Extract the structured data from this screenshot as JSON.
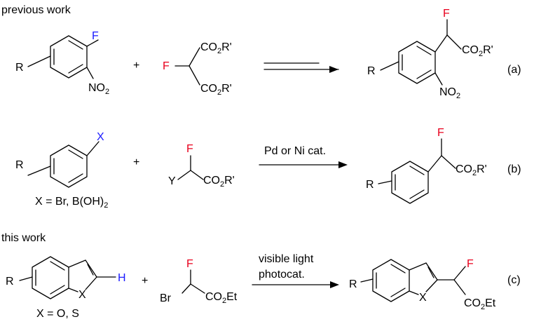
{
  "colors": {
    "ink": "#000000",
    "fluorine": "#e8001c",
    "heteroatom": "#1a1aff"
  },
  "sections": {
    "previous_title": "previous work",
    "this_title": "this work"
  },
  "scheme_a": {
    "reactant1": {
      "r": "R",
      "f": "F",
      "no2_main": "NO",
      "no2_sub": "2"
    },
    "plus": "+",
    "reactant2": {
      "f": "F",
      "ester_top": "CO",
      "ester_top_sub": "2",
      "ester_top_tail": "R'",
      "ester_bot": "CO",
      "ester_bot_sub": "2",
      "ester_bot_tail": "R'"
    },
    "product": {
      "r": "R",
      "f": "F",
      "ester": "CO",
      "ester_sub": "2",
      "ester_tail": "R'",
      "no2_main": "NO",
      "no2_sub": "2"
    },
    "label": "(a)"
  },
  "scheme_b": {
    "reactant1": {
      "r": "R",
      "x": "X",
      "note": "X = Br, B(OH)",
      "note_sub": "2"
    },
    "plus": "+",
    "reactant2": {
      "f": "F",
      "y": "Y",
      "ester": "CO",
      "ester_sub": "2",
      "ester_tail": "R'"
    },
    "condition": "Pd or Ni cat.",
    "product": {
      "r": "R",
      "f": "F",
      "ester": "CO",
      "ester_sub": "2",
      "ester_tail": "R'"
    },
    "label": "(b)"
  },
  "scheme_c": {
    "reactant1": {
      "r": "R",
      "x": "X",
      "h": "H",
      "note": "X = O, S"
    },
    "plus": "+",
    "reactant2": {
      "f": "F",
      "br": "Br",
      "ester": "CO",
      "ester_sub": "2",
      "ester_tail": "Et"
    },
    "condition_line1": "visible light",
    "condition_line2": "photocat.",
    "product": {
      "r": "R",
      "x": "X",
      "f": "F",
      "ester": "CO",
      "ester_sub": "2",
      "ester_tail": "Et"
    },
    "label": "(c)"
  }
}
